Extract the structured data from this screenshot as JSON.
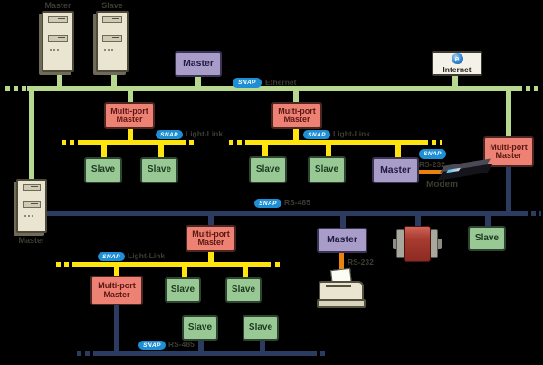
{
  "labels": {
    "master": "Master",
    "slave": "Slave",
    "multiport_master": "Multi-port Master",
    "internet": "Internet",
    "modem": "Modem",
    "ethernet": "Ethernet",
    "light_link": "Light-Link",
    "rs485": "RS-485",
    "rs232": "RS-232",
    "protocol_badge": "SNAP"
  },
  "icons": {
    "internet_globe": "e"
  },
  "colors": {
    "background": "#000000",
    "ethernet_bus": "#b6d88f",
    "light_link_bus": "#ffe50d",
    "rs485_bus": "#2b3c60",
    "rs232_link": "#e8830f",
    "protocol_badge": "#1e8fd4",
    "master_fill": "#a89cc8",
    "slave_fill": "#98c894",
    "multiport_master_fill": "#ec8174"
  }
}
